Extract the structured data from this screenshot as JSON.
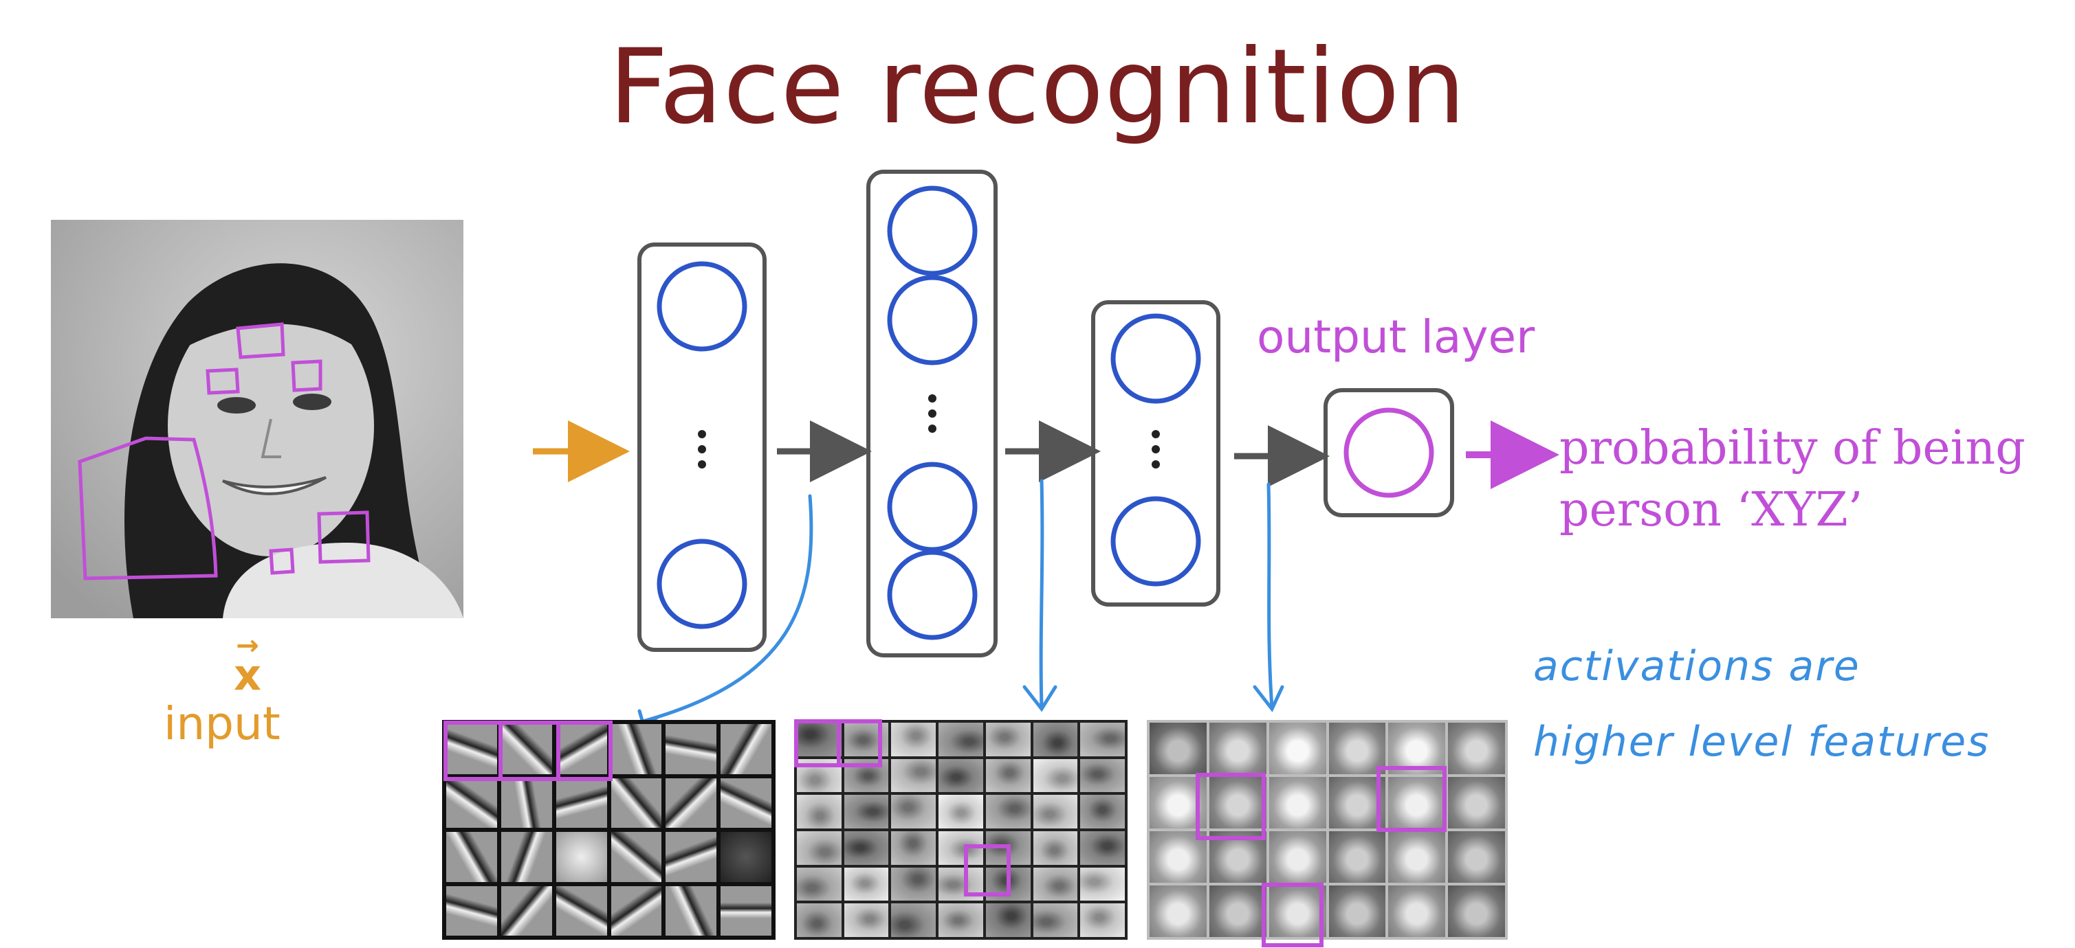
{
  "title": "Face recognition",
  "input": {
    "symbol": "x",
    "label": "input"
  },
  "output_layer_label": "output layer",
  "output_text": [
    "probability of being",
    "person ‘XYZ’"
  ],
  "annotation": [
    "activations are",
    "higher level features"
  ],
  "layers": [
    {
      "name": "hidden-layer-1"
    },
    {
      "name": "hidden-layer-2"
    },
    {
      "name": "hidden-layer-3"
    },
    {
      "name": "output-layer"
    }
  ],
  "colors": {
    "title": "#7a1f1f",
    "input": "#e39b2b",
    "neuron": "#2c55c9",
    "output": "#c14fd8",
    "annotation": "#3a8fe0",
    "arrow": "#555555"
  }
}
